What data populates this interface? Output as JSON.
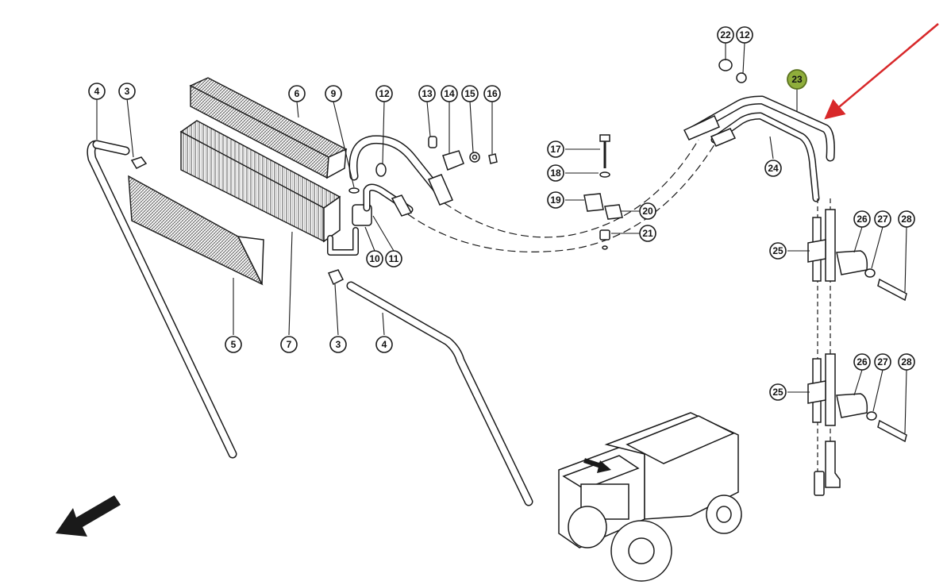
{
  "callouts": [
    {
      "label": "4",
      "name": "callout-4-upper-left"
    },
    {
      "label": "3",
      "name": "callout-3-upper-left"
    },
    {
      "label": "6",
      "name": "callout-6"
    },
    {
      "label": "9",
      "name": "callout-9"
    },
    {
      "label": "12",
      "name": "callout-12-center"
    },
    {
      "label": "13",
      "name": "callout-13"
    },
    {
      "label": "14",
      "name": "callout-14"
    },
    {
      "label": "15",
      "name": "callout-15"
    },
    {
      "label": "16",
      "name": "callout-16"
    },
    {
      "label": "22",
      "name": "callout-22"
    },
    {
      "label": "12",
      "name": "callout-12-right"
    },
    {
      "label": "23",
      "name": "callout-23-highlighted"
    },
    {
      "label": "17",
      "name": "callout-17"
    },
    {
      "label": "18",
      "name": "callout-18"
    },
    {
      "label": "19",
      "name": "callout-19"
    },
    {
      "label": "20",
      "name": "callout-20"
    },
    {
      "label": "21",
      "name": "callout-21"
    },
    {
      "label": "24",
      "name": "callout-24"
    },
    {
      "label": "10",
      "name": "callout-10"
    },
    {
      "label": "11",
      "name": "callout-11"
    },
    {
      "label": "26",
      "name": "callout-26-upper"
    },
    {
      "label": "27",
      "name": "callout-27-upper"
    },
    {
      "label": "28",
      "name": "callout-28-upper"
    },
    {
      "label": "25",
      "name": "callout-25-upper"
    },
    {
      "label": "5",
      "name": "callout-5"
    },
    {
      "label": "7",
      "name": "callout-7"
    },
    {
      "label": "3",
      "name": "callout-3-lower"
    },
    {
      "label": "4",
      "name": "callout-4-lower"
    },
    {
      "label": "26",
      "name": "callout-26-lower"
    },
    {
      "label": "27",
      "name": "callout-27-lower"
    },
    {
      "label": "28",
      "name": "callout-28-lower"
    },
    {
      "label": "25",
      "name": "callout-25-lower"
    }
  ],
  "colors": {
    "ink": "#1a1a1a",
    "highlight_fill": "#8fae3b",
    "pointer_arrow": "#d8282a"
  },
  "icons": {
    "pointer": "red-arrow-icon",
    "direction": "direction-arrow-icon"
  }
}
